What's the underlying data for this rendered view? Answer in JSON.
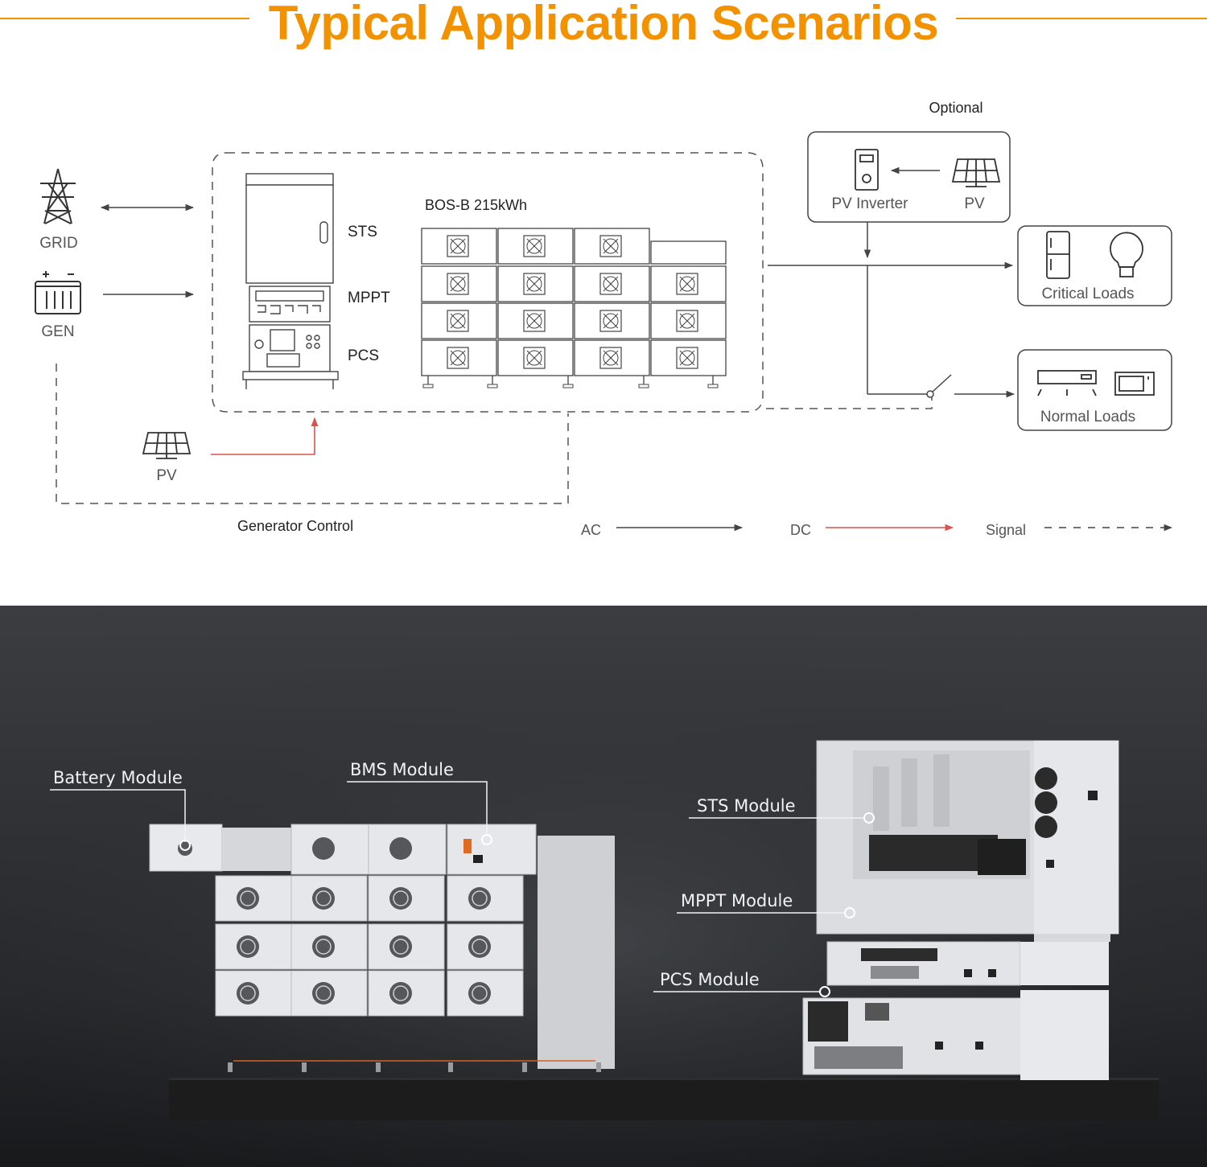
{
  "title": "Typical Application Scenarios",
  "colors": {
    "accent": "#f39200",
    "dc_line": "#d9534f",
    "line": "#444444"
  },
  "diagram": {
    "optional_label": "Optional",
    "grid": {
      "label": "GRID",
      "icon": "transmission-tower-icon"
    },
    "gen": {
      "label": "GEN",
      "icon": "generator-icon"
    },
    "pv_bottom": {
      "label": "PV",
      "icon": "solar-panel-icon"
    },
    "system": {
      "cabinet_labels": [
        "STS",
        "MPPT",
        "PCS"
      ],
      "battery_label": "BOS-B 215kWh"
    },
    "optional_box": {
      "inverter_label": "PV Inverter",
      "pv_label": "PV"
    },
    "critical_loads": {
      "label": "Critical Loads"
    },
    "normal_loads": {
      "label": "Normal Loads"
    },
    "generator_control": "Generator Control",
    "legend": {
      "ac": "AC",
      "dc": "DC",
      "signal": "Signal"
    }
  },
  "photo": {
    "callouts": {
      "battery": "Battery Module",
      "bms": "BMS Module",
      "sts": "STS Module",
      "mppt": "MPPT Module",
      "pcs": "PCS Module"
    }
  }
}
